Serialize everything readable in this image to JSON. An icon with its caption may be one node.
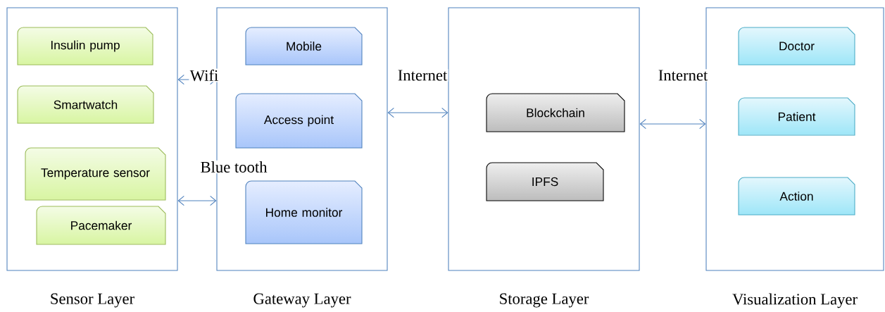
{
  "diagram": {
    "nodes": [
      {
        "text": [
          "Sensor Layer"
        ]
      },
      {
        "text": [
          "Insulin pump"
        ],
        "in": 0
      },
      {
        "text": [
          "Smartwatch"
        ],
        "in": 0
      },
      {
        "text": [
          "Temperature sensor"
        ],
        "in": 0
      },
      {
        "text": [
          "Pacemaker"
        ],
        "in": 0
      },
      {
        "text": [
          "Gateway Layer"
        ]
      },
      {
        "text": [
          "Mobile"
        ],
        "in": 5
      },
      {
        "text": [
          "Access point"
        ],
        "in": 5
      },
      {
        "text": [
          "Home monitor"
        ],
        "in": 5
      },
      {
        "text": [
          "Storage Layer"
        ]
      },
      {
        "text": [
          "Blockchain"
        ],
        "in": 9
      },
      {
        "text": [
          "IPFS"
        ],
        "in": 9
      },
      {
        "text": [
          "Visualization Layer"
        ]
      },
      {
        "text": [
          "Doctor"
        ],
        "in": 12
      },
      {
        "text": [
          "Patient"
        ],
        "in": 12
      },
      {
        "text": [
          "Action"
        ],
        "in": 12
      }
    ],
    "edges": [
      {
        "from": 0,
        "to": 5,
        "arrow": "both",
        "label": "Wifi"
      },
      {
        "from": 0,
        "to": 5,
        "arrow": "both",
        "label": "Blue tooth"
      },
      {
        "from": 5,
        "to": 9,
        "arrow": "both",
        "label": "Internet"
      },
      {
        "from": 9,
        "to": 12,
        "arrow": "both",
        "label": "Internet"
      }
    ]
  }
}
